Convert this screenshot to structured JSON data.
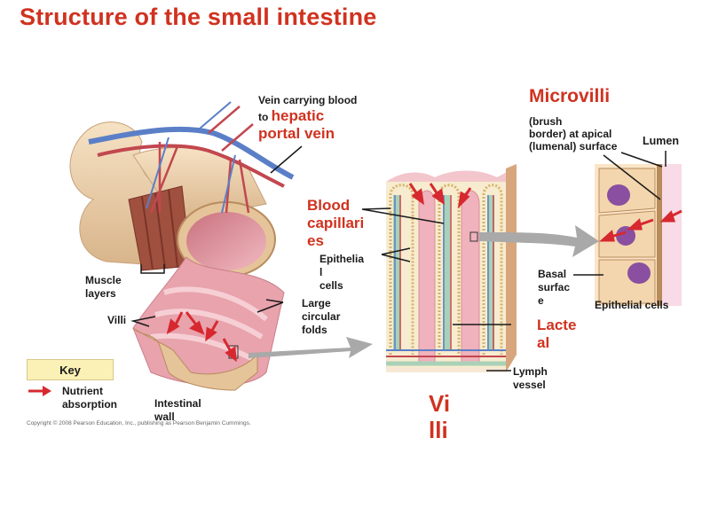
{
  "title": "Structure of the small intestine",
  "labels": {
    "vein_prefix_line1": "Vein carrying blood",
    "vein_prefix_line2": "to",
    "vein_highlight_1": "hepatic",
    "vein_highlight_2": "portal vein",
    "microvilli": "Microvilli",
    "microvilli_desc_1": "(brush",
    "microvilli_desc_2": "border) at apical",
    "microvilli_desc_3": "(lumenal) surface",
    "lumen": "Lumen",
    "blood_capillaries_1": "Blood",
    "blood_capillaries_2": "capillari",
    "blood_capillaries_3": "es",
    "epithelial_cells_1": "Epithelia",
    "epithelial_cells_2": "l",
    "epithelial_cells_3": "cells",
    "large_folds_1": "Large",
    "large_folds_2": "circular",
    "large_folds_3": "folds",
    "muscle_layers_1": "Muscle",
    "muscle_layers_2": "layers",
    "villi_small": "Villi",
    "basal_surface_1": "Basal",
    "basal_surface_2": "surfac",
    "basal_surface_3": "e",
    "epithelial_cells_panel": "Epithelial cells",
    "lacteal_1": "Lacte",
    "lacteal_2": "al",
    "lymph_vessel_1": "Lymph",
    "lymph_vessel_2": "vessel",
    "villi_big_1": "Vi",
    "villi_big_2": "lli",
    "intestinal_wall_1": "Intestinal",
    "intestinal_wall_2": "wall"
  },
  "key": {
    "title": "Key",
    "item_label_1": "Nutrient",
    "item_label_2": "absorption",
    "item_icon": "red-arrow-icon"
  },
  "copyright": "Copyright © 2008 Pearson Education, Inc., publishing as Pearson Benjamin Cummings.",
  "colors": {
    "title": "#d0321f",
    "arrow": "#d7282f",
    "vein": "#5b7fc7",
    "artery": "#c2474f",
    "tissue": "#f0d6b0",
    "mucosa": "#e8a3ad",
    "lumen": "#f8dbe6",
    "nucleus": "#8a4fa0",
    "key_bg": "#fbf1b6",
    "pointer_arrow": "#a9a9a9"
  }
}
